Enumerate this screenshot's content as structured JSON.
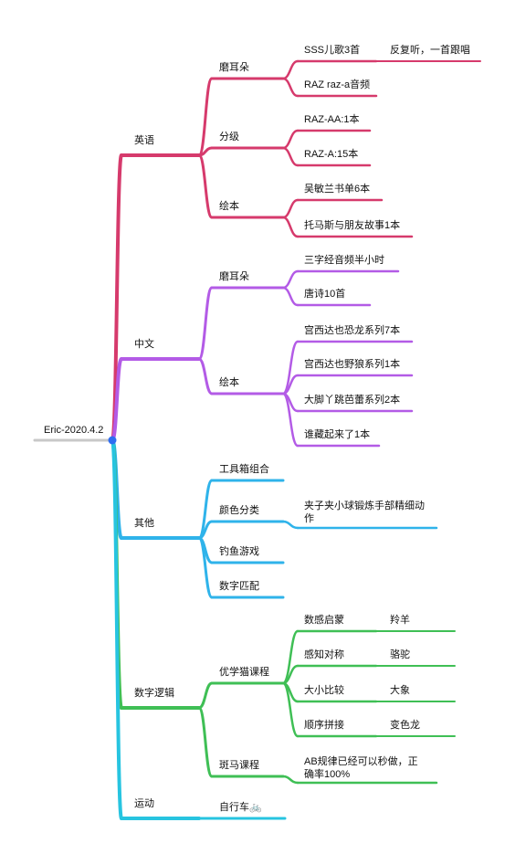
{
  "root": {
    "label": "Eric-2020.4.2"
  },
  "colors": {
    "root_line": "#c8c8c8",
    "root_dot": "#2f6df2",
    "english": "#d63a6c",
    "chinese": "#b35be6",
    "other": "#2fb3ea",
    "math": "#3fbf55",
    "sport": "#27c4e0"
  },
  "branches": [
    {
      "key": "english",
      "label": "英语",
      "children": [
        {
          "label": "磨耳朵",
          "children": [
            {
              "label": "SSS儿歌3首",
              "children": [
                {
                  "label": "反复听，一首跟唱"
                }
              ]
            },
            {
              "label": "RAZ raz-a音频"
            }
          ]
        },
        {
          "label": "分级",
          "children": [
            {
              "label": "RAZ-AA:1本"
            },
            {
              "label": "RAZ-A:15本"
            }
          ]
        },
        {
          "label": "绘本",
          "children": [
            {
              "label": "吴敏兰书单6本"
            },
            {
              "label": "托马斯与朋友故事1本"
            }
          ]
        }
      ]
    },
    {
      "key": "chinese",
      "label": "中文",
      "children": [
        {
          "label": "磨耳朵",
          "children": [
            {
              "label": "三字经音频半小时"
            },
            {
              "label": "唐诗10首"
            }
          ]
        },
        {
          "label": "绘本",
          "children": [
            {
              "label": "宫西达也恐龙系列7本"
            },
            {
              "label": "宫西达也野狼系列1本"
            },
            {
              "label": "大脚丫跳芭蕾系列2本"
            },
            {
              "label": "谁藏起来了1本"
            }
          ]
        }
      ]
    },
    {
      "key": "other",
      "label": "其他",
      "children": [
        {
          "label": "工具箱组合"
        },
        {
          "label": "颜色分类",
          "children": [
            {
              "label": "夹子夹小球锻炼手部精细动作",
              "lines": [
                "夹子夹小球锻炼手部精细动",
                "作"
              ]
            }
          ]
        },
        {
          "label": "钓鱼游戏"
        },
        {
          "label": "数字匹配"
        }
      ]
    },
    {
      "key": "math",
      "label": "数字逻辑",
      "children": [
        {
          "label": "优学猫课程",
          "children": [
            {
              "label": "数感启蒙",
              "children": [
                {
                  "label": "羚羊"
                }
              ]
            },
            {
              "label": "感知对称",
              "children": [
                {
                  "label": "骆驼"
                }
              ]
            },
            {
              "label": "大小比较",
              "children": [
                {
                  "label": "大象"
                }
              ]
            },
            {
              "label": "顺序拼接",
              "children": [
                {
                  "label": "变色龙"
                }
              ]
            }
          ]
        },
        {
          "label": "斑马课程",
          "children": [
            {
              "label": "AB规律已经可以秒做，正确率100%",
              "lines": [
                "AB规律已经可以秒做，正",
                "确率100%"
              ]
            }
          ]
        }
      ]
    },
    {
      "key": "sport",
      "label": "运动",
      "children": [
        {
          "label": "自行车🚲"
        }
      ]
    }
  ]
}
